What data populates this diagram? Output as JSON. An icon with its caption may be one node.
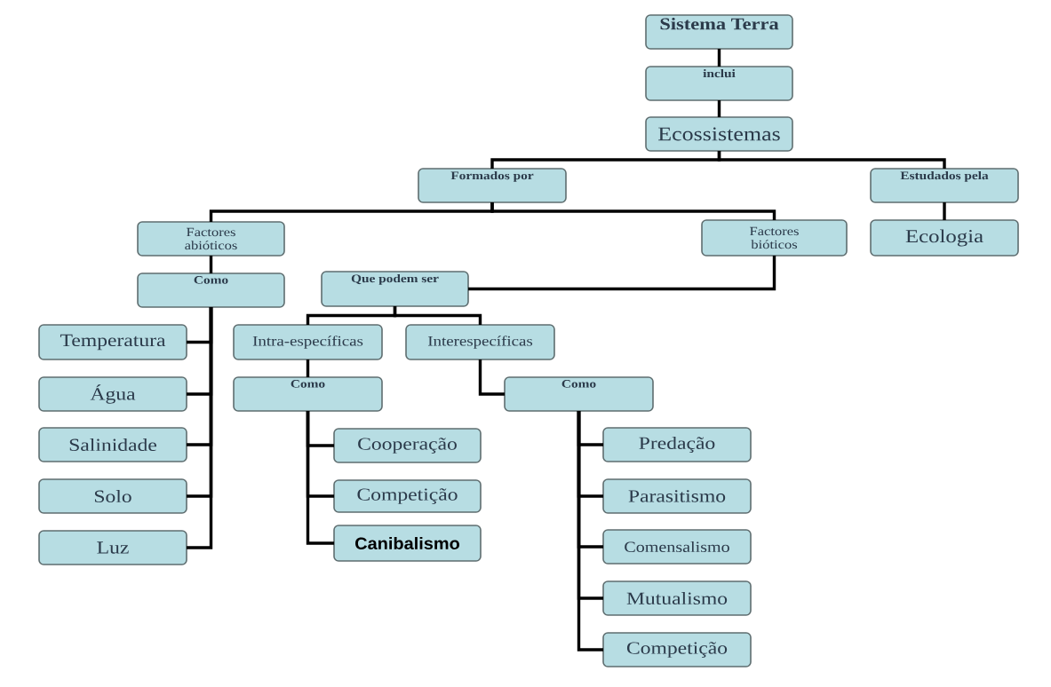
{
  "diagram": {
    "nodes": [
      {
        "text": [
          "Sistema Terra"
        ]
      },
      {
        "text": [
          "inclui"
        ]
      },
      {
        "text": [
          "Ecossistemas"
        ]
      },
      {
        "text": [
          "Formados por"
        ]
      },
      {
        "text": [
          "Estudados pela"
        ]
      },
      {
        "text": [
          "Ecologia"
        ]
      },
      {
        "text": [
          "Factores abióticos"
        ]
      },
      {
        "text": [
          "Factores bióticos"
        ]
      },
      {
        "text": [
          "Como"
        ]
      },
      {
        "text": [
          "Que podem ser"
        ]
      },
      {
        "text": [
          "Temperatura"
        ]
      },
      {
        "text": [
          "Água"
        ]
      },
      {
        "text": [
          "Salinidade"
        ]
      },
      {
        "text": [
          "Solo"
        ]
      },
      {
        "text": [
          "Luz"
        ]
      },
      {
        "text": [
          "Intra-específicas"
        ]
      },
      {
        "text": [
          "Interespecíficas"
        ]
      },
      {
        "text": [
          "Como"
        ]
      },
      {
        "text": [
          "Como"
        ]
      },
      {
        "text": [
          "Cooperação"
        ]
      },
      {
        "text": [
          "Competição"
        ]
      },
      {
        "text": [
          "Canibalismo"
        ]
      },
      {
        "text": [
          "Predação"
        ]
      },
      {
        "text": [
          "Parasitismo"
        ]
      },
      {
        "text": [
          "Comensalismo"
        ]
      },
      {
        "text": [
          "Mutualismo"
        ]
      },
      {
        "text": [
          "Competição"
        ]
      }
    ],
    "edges": [
      {
        "from": 0,
        "to": 1,
        "arrow": "none"
      },
      {
        "from": 1,
        "to": 2,
        "arrow": "none"
      },
      {
        "from": 2,
        "to": 3,
        "arrow": "none"
      },
      {
        "from": 2,
        "to": 4,
        "arrow": "none"
      },
      {
        "from": 4,
        "to": 5,
        "arrow": "none"
      },
      {
        "from": 3,
        "to": 6,
        "arrow": "none"
      },
      {
        "from": 3,
        "to": 7,
        "arrow": "none"
      },
      {
        "from": 6,
        "to": 8,
        "arrow": "none"
      },
      {
        "from": 7,
        "to": 9,
        "arrow": "none"
      },
      {
        "from": 8,
        "to": 10,
        "arrow": "none"
      },
      {
        "from": 8,
        "to": 11,
        "arrow": "none"
      },
      {
        "from": 8,
        "to": 12,
        "arrow": "none"
      },
      {
        "from": 8,
        "to": 13,
        "arrow": "none"
      },
      {
        "from": 8,
        "to": 14,
        "arrow": "none"
      },
      {
        "from": 9,
        "to": 15,
        "arrow": "none"
      },
      {
        "from": 9,
        "to": 16,
        "arrow": "none"
      },
      {
        "from": 15,
        "to": 17,
        "arrow": "none"
      },
      {
        "from": 16,
        "to": 18,
        "arrow": "none"
      },
      {
        "from": 17,
        "to": 19,
        "arrow": "none"
      },
      {
        "from": 17,
        "to": 20,
        "arrow": "none"
      },
      {
        "from": 17,
        "to": 21,
        "arrow": "none"
      },
      {
        "from": 18,
        "to": 22,
        "arrow": "none"
      },
      {
        "from": 18,
        "to": 23,
        "arrow": "none"
      },
      {
        "from": 18,
        "to": 24,
        "arrow": "none"
      },
      {
        "from": 18,
        "to": 25,
        "arrow": "none"
      },
      {
        "from": 18,
        "to": 26,
        "arrow": "none"
      }
    ]
  }
}
